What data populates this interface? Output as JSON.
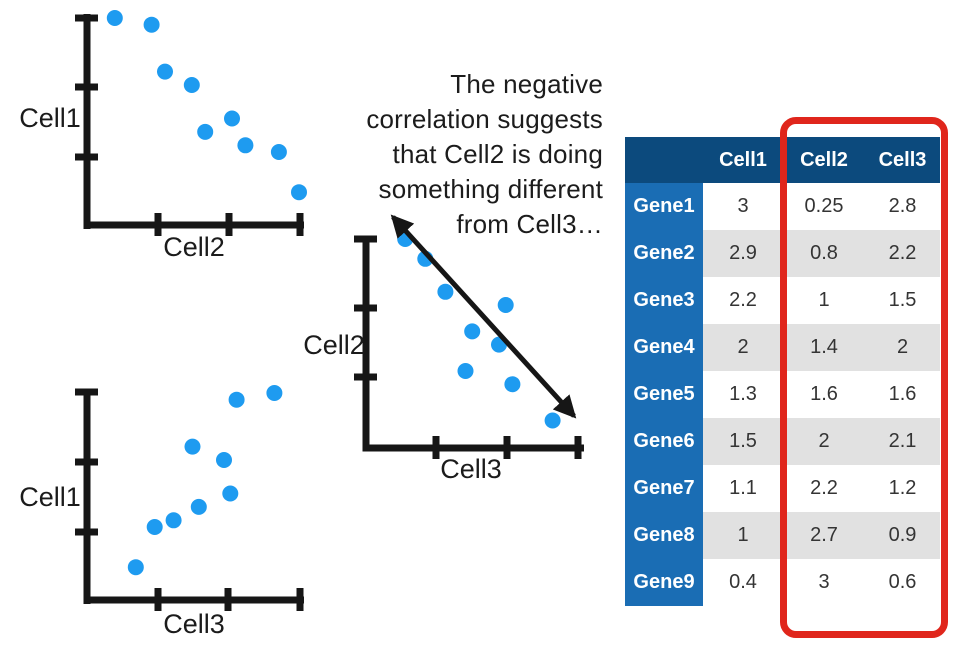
{
  "annotation": {
    "lines": [
      "The negative",
      "correlation suggests",
      "that Cell2 is doing",
      "something different",
      "from Cell3…"
    ]
  },
  "table": {
    "columns": [
      "Cell1",
      "Cell2",
      "Cell3"
    ],
    "rows": [
      {
        "gene": "Gene1",
        "values": [
          "3",
          "0.25",
          "2.8"
        ]
      },
      {
        "gene": "Gene2",
        "values": [
          "2.9",
          "0.8",
          "2.2"
        ]
      },
      {
        "gene": "Gene3",
        "values": [
          "2.2",
          "1",
          "1.5"
        ]
      },
      {
        "gene": "Gene4",
        "values": [
          "2",
          "1.4",
          "2"
        ]
      },
      {
        "gene": "Gene5",
        "values": [
          "1.3",
          "1.6",
          "1.6"
        ]
      },
      {
        "gene": "Gene6",
        "values": [
          "1.5",
          "2",
          "2.1"
        ]
      },
      {
        "gene": "Gene7",
        "values": [
          "1.1",
          "2.2",
          "1.2"
        ]
      },
      {
        "gene": "Gene8",
        "values": [
          "1",
          "2.7",
          "0.9"
        ]
      },
      {
        "gene": "Gene9",
        "values": [
          "0.4",
          "3",
          "0.6"
        ]
      }
    ],
    "highlighted_columns": [
      "Cell2",
      "Cell3"
    ]
  },
  "chart_data": [
    {
      "type": "scatter",
      "xlabel": "Cell2",
      "ylabel": "Cell1",
      "x": [
        0.25,
        0.8,
        1,
        1.4,
        1.6,
        2,
        2.2,
        2.7,
        3
      ],
      "y": [
        3,
        2.9,
        2.2,
        2,
        1.3,
        1.5,
        1.1,
        1,
        0.4
      ],
      "xlim": [
        0,
        3.2
      ],
      "ylim": [
        0,
        3.2
      ],
      "grid": false,
      "correlation": "negative"
    },
    {
      "type": "scatter",
      "xlabel": "Cell3",
      "ylabel": "Cell1",
      "x": [
        2.8,
        2.2,
        1.5,
        2,
        1.6,
        2.1,
        1.2,
        0.9,
        0.6
      ],
      "y": [
        3,
        2.9,
        2.2,
        2,
        1.3,
        1.5,
        1.1,
        1,
        0.4
      ],
      "xlim": [
        0,
        3.2
      ],
      "ylim": [
        0,
        3.2
      ],
      "grid": false,
      "correlation": "positive"
    },
    {
      "type": "scatter",
      "xlabel": "Cell3",
      "ylabel": "Cell2",
      "x": [
        2.8,
        2.2,
        1.5,
        2,
        1.6,
        2.1,
        1.2,
        0.9,
        0.6
      ],
      "y": [
        0.25,
        0.8,
        1,
        1.4,
        1.6,
        2,
        2.2,
        2.7,
        3
      ],
      "xlim": [
        0,
        3.2
      ],
      "ylim": [
        0,
        3.2
      ],
      "grid": false,
      "correlation": "negative",
      "trend_arrow": "double-headed negative slope"
    }
  ],
  "colors": {
    "dot": "#1e9bf0",
    "axis": "#161616",
    "table_header_bg": "#0c4a7d",
    "gene_label_bg": "#1a6db4",
    "row_alt_bg": "#e1e1e1",
    "highlight_red": "#e0261c"
  }
}
